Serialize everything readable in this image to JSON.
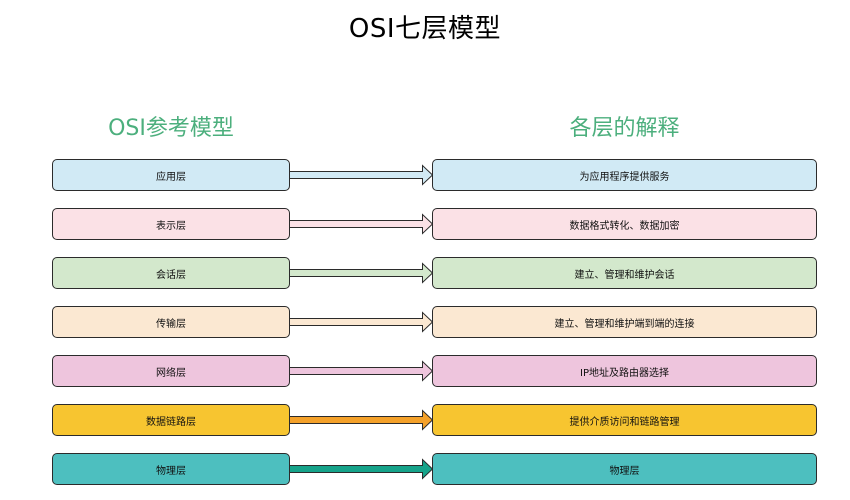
{
  "title": "OSI七层模型",
  "left_heading": "OSI参考模型",
  "right_heading": "各层的解释",
  "colors": {
    "heading": "#4caf7d",
    "border": "#2b2b2b"
  },
  "layers": [
    {
      "name": "应用层",
      "description": "为应用程序提供服务",
      "fill": "#d1eaf5",
      "arrow": "#d1eaf5"
    },
    {
      "name": "表示层",
      "description": "数据格式转化、数据加密",
      "fill": "#fbe1e6",
      "arrow": "#fbe1e6"
    },
    {
      "name": "会话层",
      "description": "建立、管理和维护会话",
      "fill": "#d3e8cc",
      "arrow": "#d3e8cc"
    },
    {
      "name": "传输层",
      "description": "建立、管理和维护端到端的连接",
      "fill": "#fbe8d2",
      "arrow": "#fbe8d2"
    },
    {
      "name": "网络层",
      "description": "IP地址及路由器选择",
      "fill": "#eec5dd",
      "arrow": "#eec5dd"
    },
    {
      "name": "数据链路层",
      "description": "提供介质访问和链路管理",
      "fill": "#f7c530",
      "arrow": "#f4a12a"
    },
    {
      "name": "物理层",
      "description": "物理层",
      "fill": "#4dbfbf",
      "arrow": "#16a38a"
    }
  ]
}
